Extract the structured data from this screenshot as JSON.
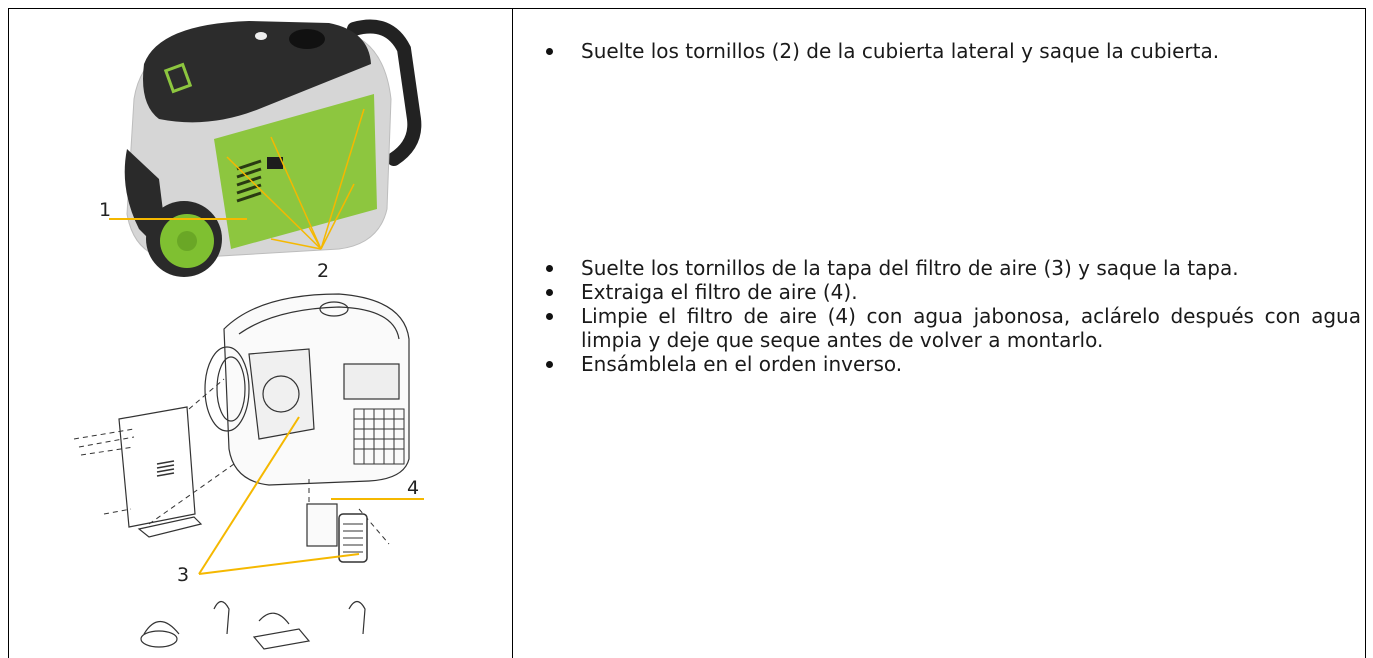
{
  "figure": {
    "callouts": [
      "1",
      "2",
      "3",
      "4"
    ]
  },
  "instructions": {
    "group1": [
      "Suelte los tornillos (2) de la cubierta lateral y saque la cubierta."
    ],
    "group2": [
      "Suelte los tornillos de la tapa del filtro de aire (3) y saque la tapa.",
      "Extraiga el filtro de aire (4).",
      "Limpie el filtro de aire (4) con agua jabonosa, aclárelo después con agua limpia y deje que seque antes de volver a montarlo.",
      "Ensámblela en el orden inverso."
    ]
  },
  "colors": {
    "accent_green": "#8dc63f",
    "callout_line": "#f5b800",
    "body_grey": "#d4d4d4",
    "top_black": "#2b2b2b"
  }
}
